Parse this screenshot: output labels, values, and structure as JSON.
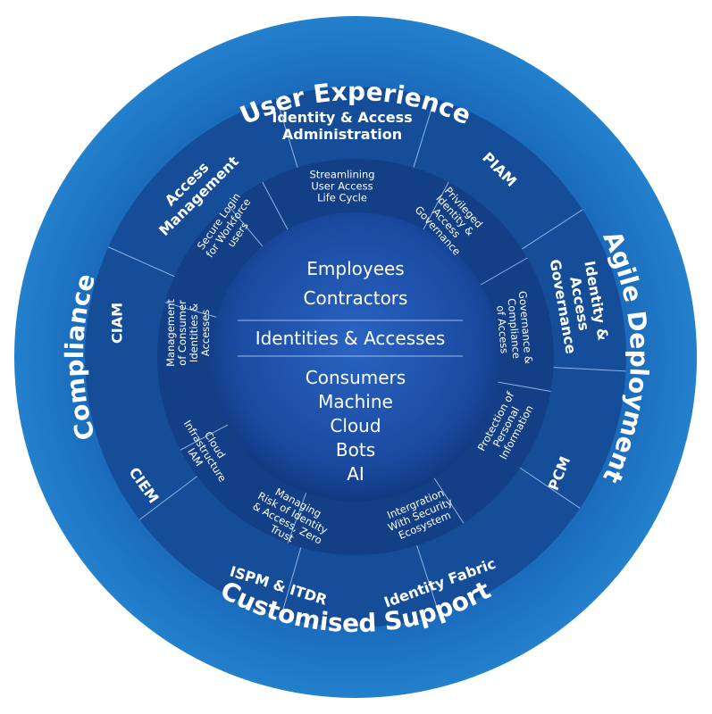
{
  "outer_ring": {
    "top": "User Experience",
    "right": "Agile Deployment",
    "bottom": "Customised Support",
    "left": "Compliance"
  },
  "segments": [
    "Identity & Access\nAdministration",
    "PIAM",
    "Identity &\nAccess\nGovernance",
    "PCM",
    "Identity Fabric",
    "ISPM & ITDR",
    "CIEM",
    "CIAM",
    "Access\nManagement"
  ],
  "inner_segments": [
    "Streamlining\nUser Access\nLife Cycle",
    "Privileged\nIdentity &\nAccess\nGovernance",
    "Governance &\nCompliance\nof Access",
    "Protection of\nPersonal\nInformation",
    "Intergration\nWith Security\nEcosystem",
    "Managing\nRisk of Identity\n& Access, Zero\nTrust",
    "Cloud\nInfrastructure\nIAM",
    "Management\nof Consumer\nIdentities &\nAccesses",
    "Secure Login\nfor Workforce\nusers"
  ],
  "core": {
    "top_lines": [
      "Employees",
      "Contractors"
    ],
    "middle": "Identities & Accesses",
    "bottom_lines": [
      "Consumers",
      "Machine",
      "Cloud",
      "Bots",
      "AI"
    ]
  },
  "colors": {
    "outer_ring": "#1c73c1",
    "segment_ring": "#154d98",
    "inner_ring": "#123f85",
    "core_center": "#1f56b0",
    "core_edge": "#0e2f6e",
    "divider": "#8fb4e6",
    "text": "#ffffff"
  }
}
